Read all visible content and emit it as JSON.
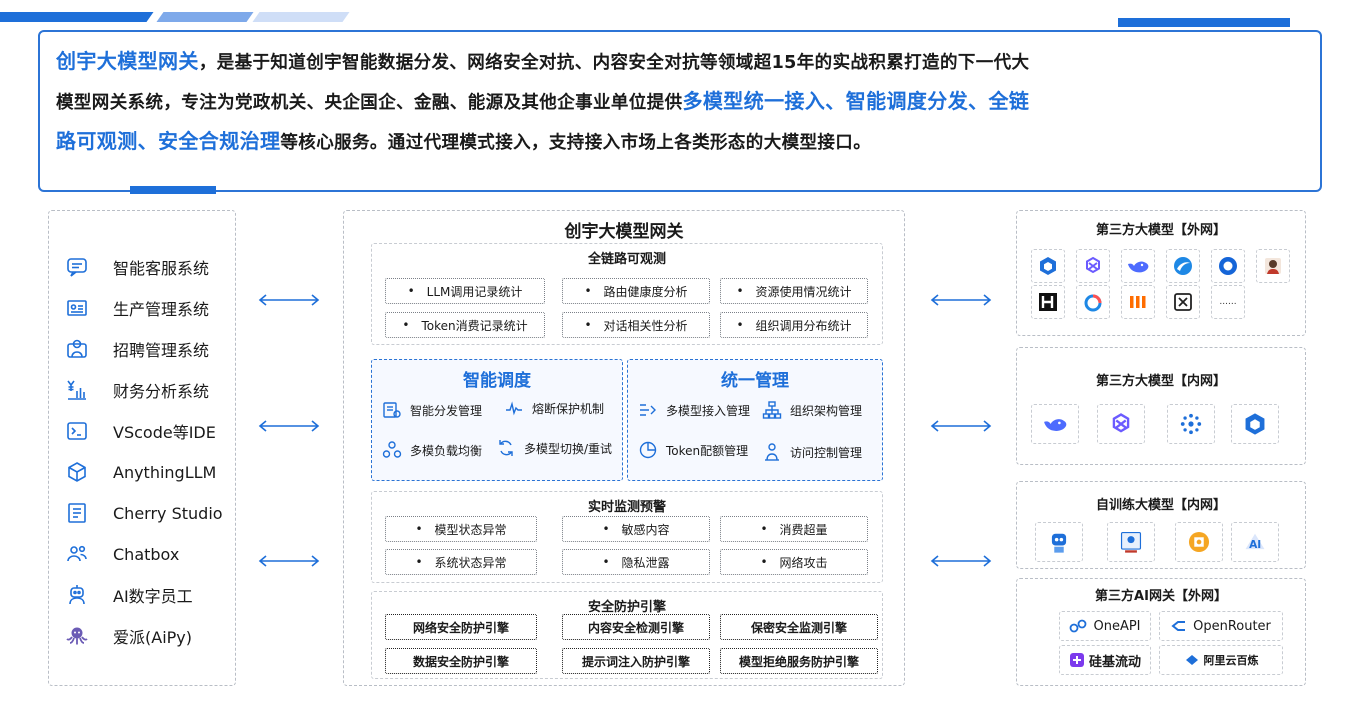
{
  "intro": {
    "hl1": "创宇大模型网关",
    "t1": "，是基于知道创宇智能数据分发、网络安全对抗、内容安全对抗等领域超15年的实战积累打造的下一代大",
    "t2": "模型网关系统，专注为党政机关、央企国企、金融、能源及其他企事业单位提供",
    "hl2": "多模型统一接入、智能调度分发、全链",
    "hl3": "路可观测、安全合规治理",
    "t3": "等核心服务。通过代理模式接入，支持接入市场上各类形态的大模型接口。"
  },
  "apps": [
    {
      "label": "智能客服系统",
      "icon": "chat-icon"
    },
    {
      "label": "生产管理系统",
      "icon": "id-card-icon"
    },
    {
      "label": "招聘管理系统",
      "icon": "recruit-icon"
    },
    {
      "label": "财务分析系统",
      "icon": "finance-chart-icon"
    },
    {
      "label": "VScode等IDE",
      "icon": "terminal-icon"
    },
    {
      "label": "AnythingLLM",
      "icon": "cube-icon"
    },
    {
      "label": "Cherry  Studio",
      "icon": "document-icon"
    },
    {
      "label": "Chatbox",
      "icon": "people-icon"
    },
    {
      "label": "AI数字员工",
      "icon": "robot-icon"
    },
    {
      "label": "爱派(AiPy)",
      "icon": "octopus-icon"
    }
  ],
  "gateway": {
    "title": "创宇大模型网关",
    "observe": {
      "title": "全链路可观测",
      "items": [
        "LLM调用记录统计",
        "路由健康度分析",
        "资源使用情况统计",
        "Token消费记录统计",
        "对话相关性分析",
        "组织调用分布统计"
      ]
    },
    "schedule": {
      "title": "智能调度",
      "items": [
        "智能分发管理",
        "熔断保护机制",
        "多模负载均衡",
        "多模型切换/重试"
      ]
    },
    "manage": {
      "title": "统一管理",
      "items": [
        "多模型接入管理",
        "组织架构管理",
        "Token配额管理",
        "访问控制管理"
      ]
    },
    "monitor": {
      "title": "实时监测预警",
      "items": [
        "模型状态异常",
        "敏感内容",
        "消费超量",
        "系统状态异常",
        "隐私泄露",
        "网络攻击"
      ]
    },
    "security": {
      "title": "安全防护引擎",
      "items": [
        "网络安全防护引擎",
        "内容安全检测引擎",
        "保密安全监测引擎",
        "数据安全防护引擎",
        "提示词注入防护引擎",
        "模型拒绝服务防护引擎"
      ]
    },
    "bullet": "•"
  },
  "right": {
    "external": {
      "title": "第三方大模型【外网】",
      "more": "......"
    },
    "internal": {
      "title": "第三方大模型【内网】"
    },
    "selftrained": {
      "title": "自训练大模型【内网】"
    },
    "aigw": {
      "title": "第三方AI网关【外网】",
      "items": [
        "OneAPI",
        "OpenRouter",
        "硅基流动",
        "阿里云百炼"
      ]
    }
  },
  "colors": {
    "accent": "#1e6fd9",
    "text": "#1a1a1a",
    "dash": "#c8ccd2"
  }
}
